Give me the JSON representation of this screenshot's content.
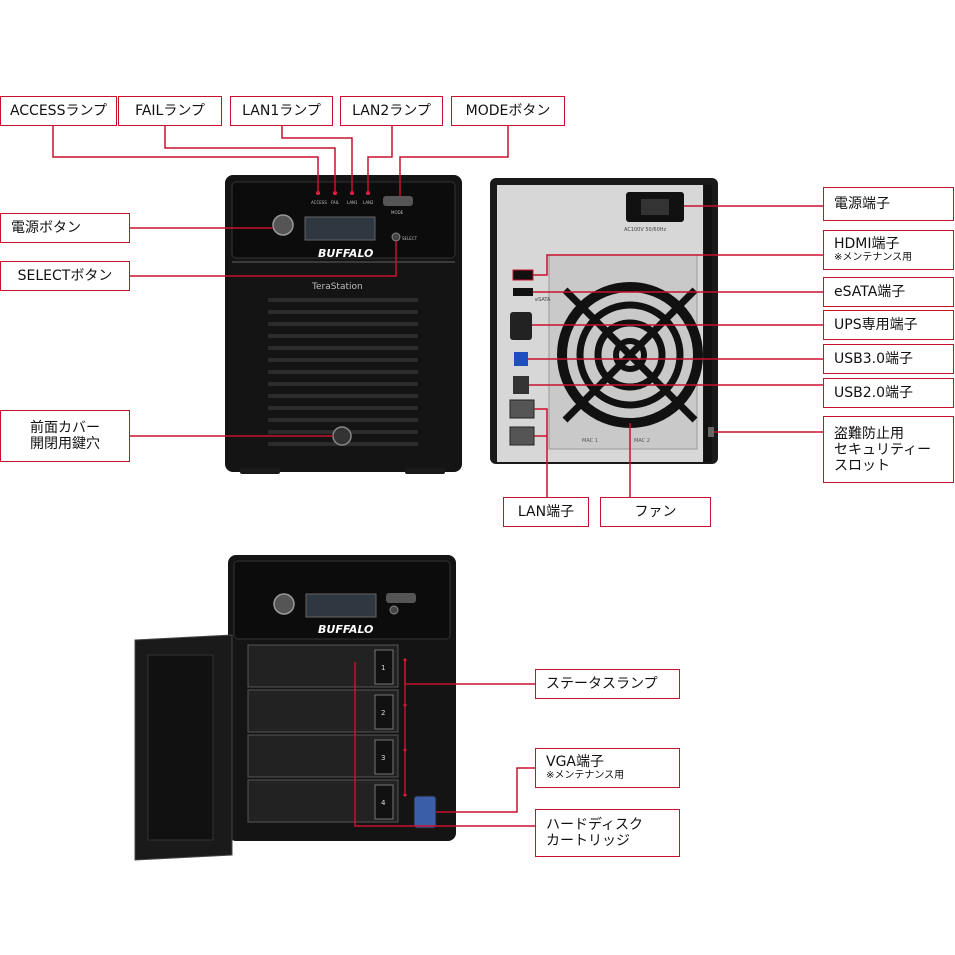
{
  "labels": {
    "access_lamp": "ACCESSランプ",
    "fail_lamp": "FAILランプ",
    "lan1_lamp": "LAN1ランプ",
    "lan2_lamp": "LAN2ランプ",
    "mode_button": "MODEボタン",
    "power_button": "電源ボタン",
    "select_button": "SELECTボタン",
    "front_cover_key_line1": "前面カバー",
    "front_cover_key_line2": "開閉用鍵穴",
    "power_port": "電源端子",
    "hdmi_port": "HDMI端子",
    "hdmi_note": "※メンテナンス用",
    "esata_port": "eSATA端子",
    "ups_port": "UPS専用端子",
    "usb30_port": "USB3.0端子",
    "usb20_port": "USB2.0端子",
    "security_slot_line1": "盗難防止用",
    "security_slot_line2": "セキュリティー",
    "security_slot_line3": "スロット",
    "lan_port": "LAN端子",
    "fan": "ファン",
    "status_lamp": "ステータスランプ",
    "vga_port": "VGA端子",
    "vga_note": "※メンテナンス用",
    "hdd_cartridge_line1": "ハードディスク",
    "hdd_cartridge_line2": "カートリッジ"
  },
  "device_text": {
    "brand": "BUFFALO",
    "model": "TeraStation",
    "led_access": "ACCESS",
    "led_fail": "FAIL",
    "led_lan1": "LAN1",
    "led_lan2": "LAN2",
    "mode": "MODE",
    "select": "SELECT",
    "rear_esata": "eSATA",
    "rear_power": "AC100V 50/60Hz",
    "rear_mac1": "MAC 1",
    "rear_mac2": "MAC 2",
    "bay_1": "1",
    "bay_2": "2",
    "bay_3": "3",
    "bay_4": "4"
  },
  "colors": {
    "callout": "#c8102e",
    "device_body": "#141414",
    "rear_panel": "#d7d7d7"
  }
}
